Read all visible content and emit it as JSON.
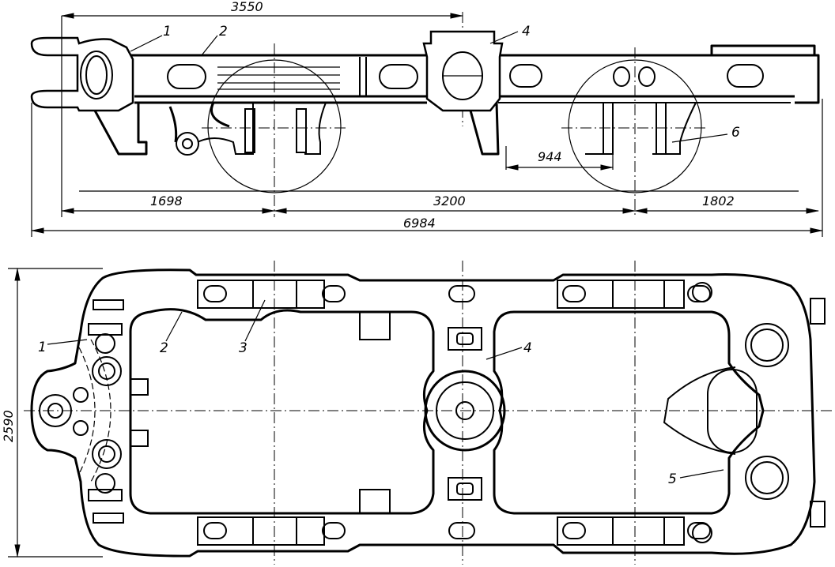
{
  "title": "Bogie frame drawing: side view and plan",
  "side_view": {
    "dimensions": {
      "top_span": "3550",
      "left_end": "1698",
      "wheelbase": "3200",
      "right_end": "1802",
      "overall_length": "6984",
      "spring_offset": "944"
    },
    "callouts": [
      "1",
      "2",
      "4",
      "6"
    ]
  },
  "plan_view": {
    "dimensions": {
      "width": "2590"
    },
    "callouts": [
      "1",
      "2",
      "3",
      "4",
      "5"
    ]
  }
}
